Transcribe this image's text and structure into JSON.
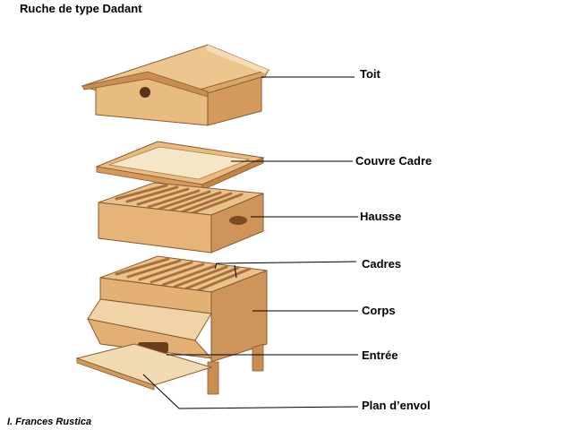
{
  "title": "Ruche de type Dadant",
  "credit": "I. Frances Rustica",
  "labels": {
    "toit": "Toit",
    "couvre_cadre": "Couvre Cadre",
    "hausse": "Hausse",
    "cadres": "Cadres",
    "corps": "Corps",
    "entree": "Entrée",
    "plan_envol": "Plan d’envol"
  },
  "colors": {
    "wood_light": "#f0d3a6",
    "wood_mid": "#e3b47a",
    "wood_dark": "#c98d52",
    "wood_shadow": "#a8703c",
    "slat": "#c58550",
    "outline": "#8a5a2e",
    "leader": "#000000"
  }
}
